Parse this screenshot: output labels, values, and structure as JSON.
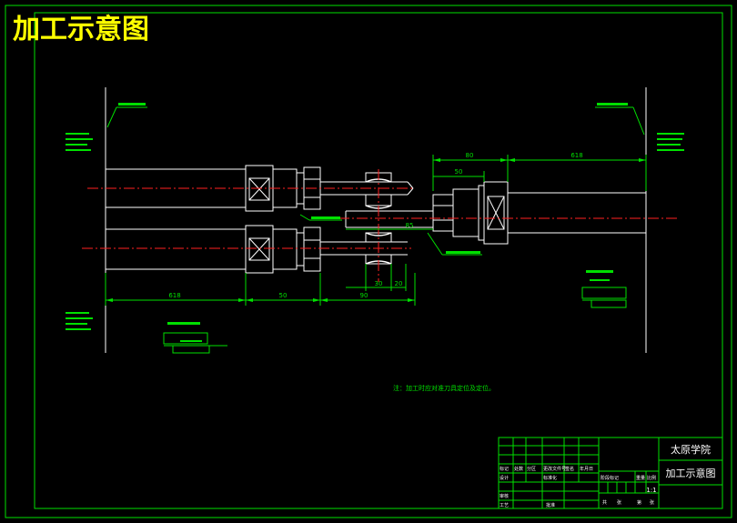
{
  "title": "加工示意图",
  "dimensions": {
    "left_length": "618",
    "left_mid": "50",
    "left_inner": "90",
    "right_length": "618",
    "right_top": "80",
    "right_mid": "50",
    "right_lower": "85",
    "gap_a": "30",
    "gap_b": "20"
  },
  "note": "注：加工时应对准刀具定位及定位。",
  "title_block": {
    "school": "太原学院",
    "drawing_name": "加工示意图",
    "scale": "1:1",
    "row_labels": [
      "标记",
      "处数",
      "分区",
      "更改文件号",
      "签名",
      "年月日"
    ],
    "row2_labels": [
      "设计",
      "标准化"
    ],
    "row3_labels": [
      "审核"
    ],
    "row4_labels": [
      "工艺",
      "批准"
    ],
    "stage_labels": [
      "阶段标记",
      "重量",
      "比例"
    ],
    "sheet_labels": [
      "共",
      "张",
      "第",
      "张"
    ]
  }
}
